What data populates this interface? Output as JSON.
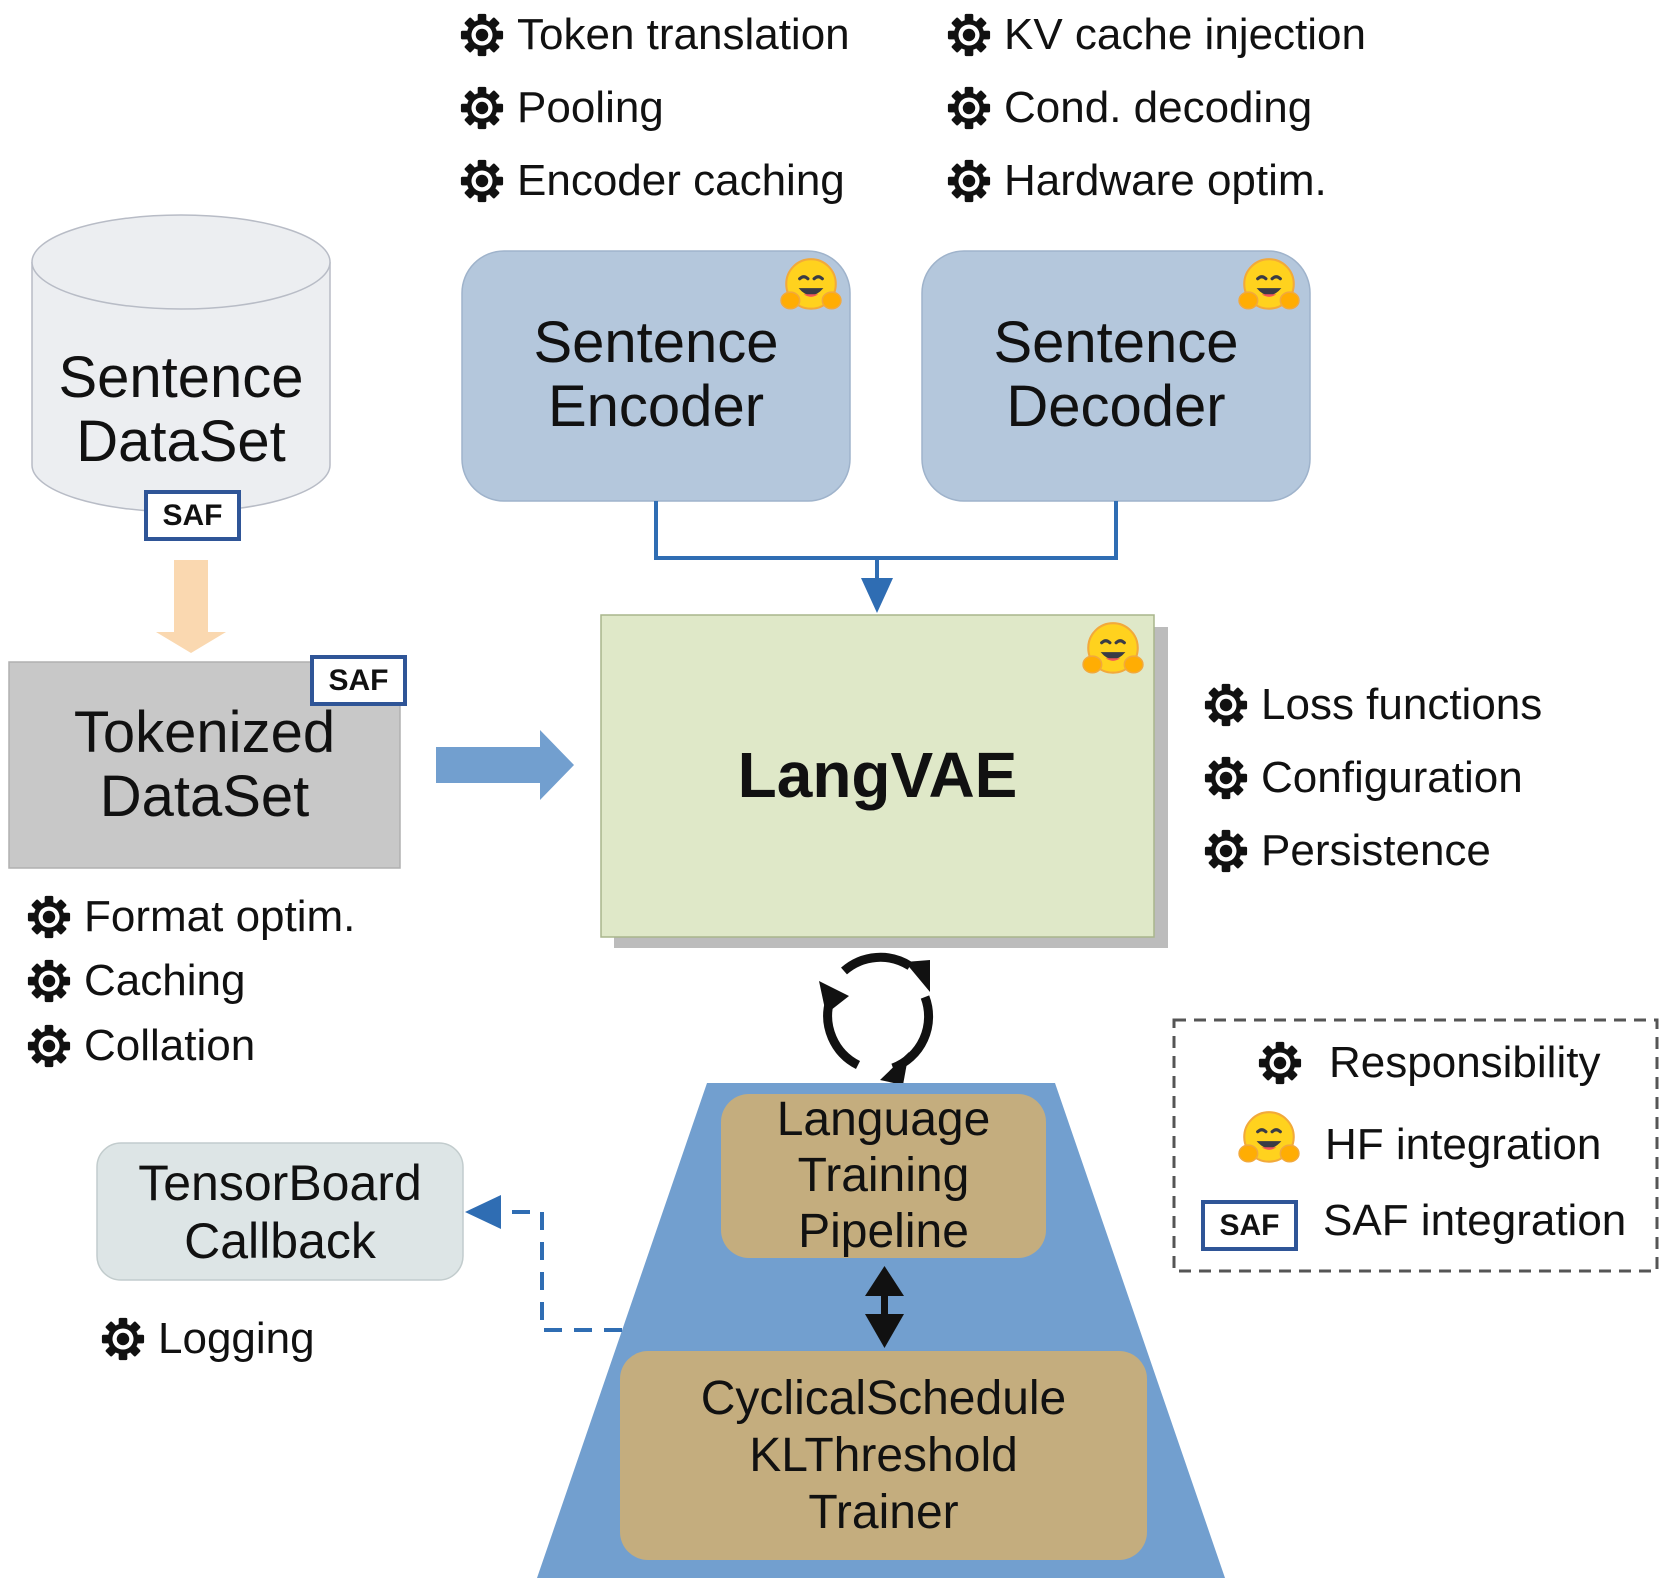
{
  "encoder_responsibilities": [
    "Token translation",
    "Pooling",
    "Encoder caching"
  ],
  "decoder_responsibilities": [
    "KV cache injection",
    "Cond. decoding",
    "Hardware optim."
  ],
  "sentence_encoder": {
    "line1": "Sentence",
    "line2": "Encoder"
  },
  "sentence_decoder": {
    "line1": "Sentence",
    "line2": "Decoder"
  },
  "sentence_dataset": {
    "line1": "Sentence",
    "line2": "DataSet",
    "badge": "SAF"
  },
  "tokenized_dataset": {
    "line1": "Tokenized",
    "line2": "DataSet",
    "badge": "SAF"
  },
  "tokenized_responsibilities": [
    "Format optim.",
    "Caching",
    "Collation"
  ],
  "langvae": {
    "label": "LangVAE"
  },
  "langvae_responsibilities": [
    "Loss functions",
    "Configuration",
    "Persistence"
  ],
  "pipeline": {
    "line1": "Language",
    "line2": "Training",
    "line3": "Pipeline"
  },
  "trainer": {
    "line1": "CyclicalSchedule",
    "line2": "KLThreshold",
    "line3": "Trainer"
  },
  "tensorboard": {
    "line1": "TensorBoard",
    "line2": "Callback"
  },
  "tensorboard_responsibilities": [
    "Logging"
  ],
  "legend": {
    "responsibility": "Responsibility",
    "hf": "HF integration",
    "saf_badge": "SAF",
    "saf": "SAF integration"
  },
  "colors": {
    "encoder_fill": "#b4c7dc",
    "langvae_fill": "#dfe8c8",
    "tokenized_fill": "#c8c8c8",
    "dataset_fill": "#eceef1",
    "trapezoid_fill": "#729fcf",
    "stage_fill": "#c4ad7e",
    "tensorboard_fill": "#dde5e6",
    "blue_line": "#2f6db3",
    "orange_arrow": "#fad8b0"
  }
}
